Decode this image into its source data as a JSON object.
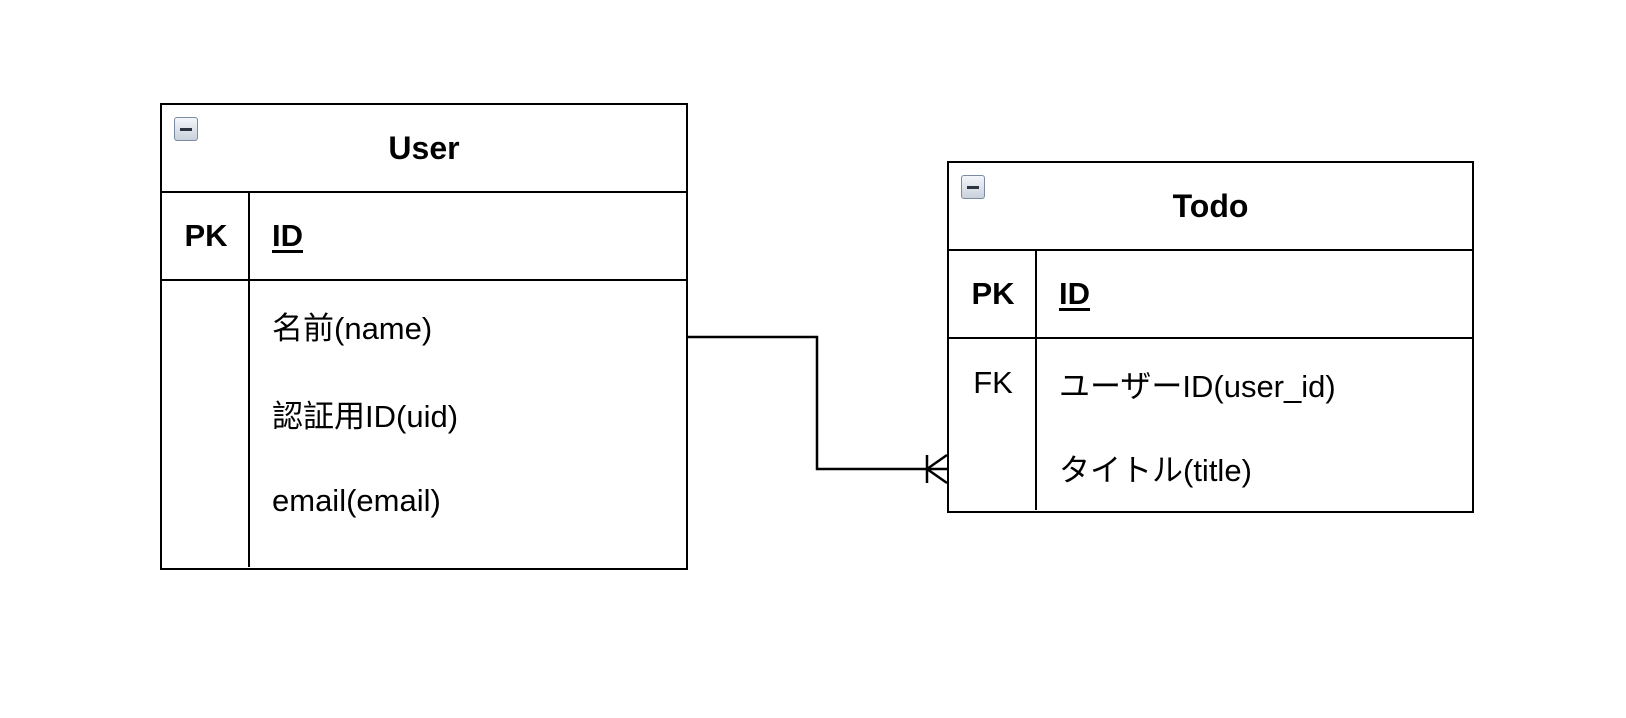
{
  "entities": {
    "user": {
      "name": "User",
      "pk": {
        "key": "PK",
        "field": "ID"
      },
      "fields": [
        {
          "key": "",
          "field": "名前(name)"
        },
        {
          "key": "",
          "field": "認証用ID(uid)"
        },
        {
          "key": "",
          "field": "email(email)"
        }
      ]
    },
    "todo": {
      "name": "Todo",
      "pk": {
        "key": "PK",
        "field": "ID"
      },
      "fields": [
        {
          "key": "FK",
          "field": "ユーザーID(user_id)"
        },
        {
          "key": "",
          "field": "タイトル(title)"
        }
      ]
    }
  },
  "relationship": {
    "from": "User",
    "to": "Todo",
    "cardinality": "one-to-many",
    "to_end_symbol": "crow-foot"
  },
  "icons": {
    "collapse": "collapse-minus-icon"
  },
  "colors": {
    "line": "#000000",
    "background": "#ffffff"
  }
}
